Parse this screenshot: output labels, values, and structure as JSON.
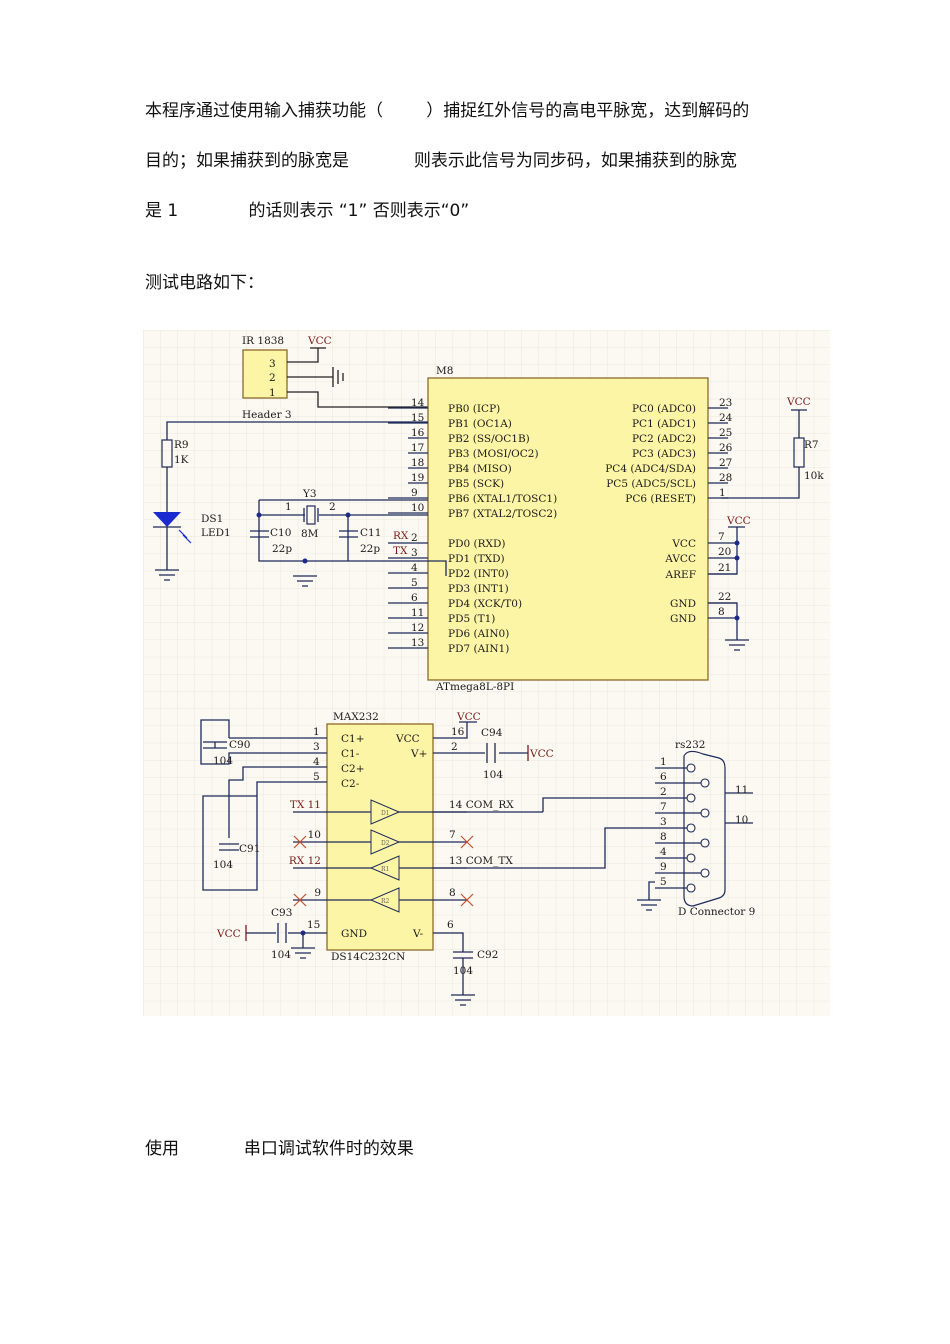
{
  "paragraphs": {
    "p1_line1": "本程序通过使用输入捕获功能（        ）捕捉红外信号的高电平脉宽，达到解码的",
    "p1_line2": "目的；如果捕获到的脉宽是            则表示此信号为同步码，如果捕获到的脉宽",
    "p1_line3": "是 1             的话则表示 “1” 否则表示“0”",
    "p2": "测试电路如下：",
    "p3": "使用            串口调试软件时的效果"
  },
  "schematic": {
    "ir_header": {
      "title": "IR 1838",
      "subtitle": "Header 3",
      "pins": [
        "3",
        "2",
        "1"
      ],
      "vcc": "VCC"
    },
    "mcu": {
      "ref": "M8",
      "part": "ATmega8L-8PI",
      "left_pins": [
        {
          "num": "14",
          "name": "PB0 (ICP)"
        },
        {
          "num": "15",
          "name": "PB1 (OC1A)"
        },
        {
          "num": "16",
          "name": "PB2 (SS/OC1B)"
        },
        {
          "num": "17",
          "name": "PB3 (MOSI/OC2)"
        },
        {
          "num": "18",
          "name": "PB4 (MISO)"
        },
        {
          "num": "19",
          "name": "PB5 (SCK)"
        },
        {
          "num": "9",
          "name": "PB6 (XTAL1/TOSC1)"
        },
        {
          "num": "10",
          "name": "PB7 (XTAL2/TOSC2)"
        },
        {
          "num": "2",
          "name": "PD0 (RXD)"
        },
        {
          "num": "3",
          "name": "PD1 (TXD)"
        },
        {
          "num": "4",
          "name": "PD2 (INT0)"
        },
        {
          "num": "5",
          "name": "PD3 (INT1)"
        },
        {
          "num": "6",
          "name": "PD4 (XCK/T0)"
        },
        {
          "num": "11",
          "name": "PD5 (T1)"
        },
        {
          "num": "12",
          "name": "PD6 (AIN0)"
        },
        {
          "num": "13",
          "name": "PD7 (AIN1)"
        }
      ],
      "right_pins": [
        {
          "num": "23",
          "name": "PC0 (ADC0)"
        },
        {
          "num": "24",
          "name": "PC1 (ADC1)"
        },
        {
          "num": "25",
          "name": "PC2 (ADC2)"
        },
        {
          "num": "26",
          "name": "PC3 (ADC3)"
        },
        {
          "num": "27",
          "name": "PC4 (ADC4/SDA)"
        },
        {
          "num": "28",
          "name": "PC5 (ADC5/SCL)"
        },
        {
          "num": "1",
          "name": "PC6 (RESET)"
        }
      ],
      "power_pins": [
        {
          "num": "7",
          "name": "VCC"
        },
        {
          "num": "20",
          "name": "AVCC"
        },
        {
          "num": "21",
          "name": "AREF"
        },
        {
          "num": "22",
          "name": "GND"
        },
        {
          "num": "8",
          "name": "GND"
        }
      ],
      "rx_label": "RX",
      "tx_label": "TX"
    },
    "r9": {
      "ref": "R9",
      "value": "1K"
    },
    "ds1": {
      "ref": "DS1",
      "value": "LED1"
    },
    "y3": {
      "ref": "Y3",
      "value": "8M",
      "pin1": "1",
      "pin2": "2"
    },
    "c10": {
      "ref": "C10",
      "value": "22p"
    },
    "c11": {
      "ref": "C11",
      "value": "22p"
    },
    "r7": {
      "ref": "R7",
      "value": "10k",
      "vcc": "VCC"
    },
    "vcc_label": "VCC",
    "max232": {
      "ref": "MAX232",
      "part": "DS14C232CN",
      "left_pins": [
        {
          "num": "1",
          "name": "C1+"
        },
        {
          "num": "3",
          "name": "C1-"
        },
        {
          "num": "4",
          "name": "C2+"
        },
        {
          "num": "5",
          "name": "C2-"
        }
      ],
      "right_pins": [
        {
          "num": "16",
          "name": "VCC"
        },
        {
          "num": "2",
          "name": "V+"
        }
      ],
      "gnd": {
        "num": "15",
        "name": "GND"
      },
      "vneg": {
        "num": "6",
        "name": "V-"
      },
      "drivers": [
        {
          "in": "TX 11",
          "out": "14 COM_RX",
          "label": "D1"
        },
        {
          "in": "10",
          "out": "7",
          "label": "D2"
        },
        {
          "in": "RX 12",
          "out": "13 COM_TX",
          "label": "R1"
        },
        {
          "in": "9",
          "out": "8",
          "label": "R2"
        }
      ]
    },
    "c90": {
      "ref": "C90",
      "value": "104"
    },
    "c91": {
      "ref": "C91",
      "value": "104"
    },
    "c92": {
      "ref": "C92",
      "value": "104"
    },
    "c93": {
      "ref": "C93",
      "value": "104"
    },
    "c94": {
      "ref": "C94",
      "value": "104"
    },
    "rs232": {
      "ref": "rs232",
      "part": "D Connector 9",
      "pins": [
        "1",
        "6",
        "2",
        "7",
        "3",
        "8",
        "4",
        "9",
        "5"
      ],
      "shield": [
        "11",
        "10"
      ]
    }
  }
}
